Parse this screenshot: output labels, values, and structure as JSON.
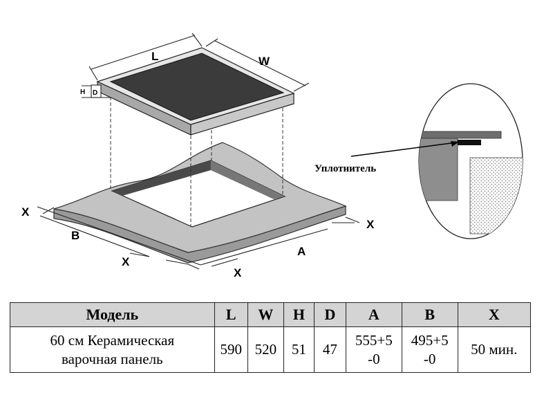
{
  "diagram": {
    "labels": {
      "L": "L",
      "W": "W",
      "H": "H",
      "D": "D",
      "A": "A",
      "B": "B",
      "X": "X"
    },
    "seal_label": "Уплотнитель"
  },
  "table": {
    "headers": [
      "Модель",
      "L",
      "W",
      "H",
      "D",
      "A",
      "B",
      "X"
    ],
    "row": [
      "60 см Керамическая\nварочная панель",
      "590",
      "520",
      "51",
      "47",
      "555+5\n-0",
      "495+5\n-0",
      "50 мин."
    ]
  }
}
